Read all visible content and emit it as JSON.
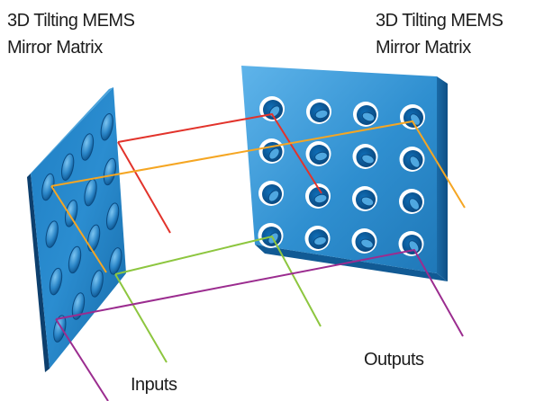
{
  "labels": {
    "left_title_line1": "3D Tilting MEMS",
    "left_title_line2": "Mirror Matrix",
    "right_title_line1": "3D Tilting MEMS",
    "right_title_line2": "Mirror Matrix",
    "inputs": "Inputs",
    "outputs": "Outputs"
  },
  "colors": {
    "background": "#ffffff",
    "panel_face": "#2f8fd0",
    "panel_edge": "#0f3f6e",
    "mirror_socket": "#0b5a9a",
    "mirror_rim": "#ffffff",
    "beam_red": "#e2332b",
    "beam_orange": "#f5a623",
    "beam_green": "#8dc63f",
    "beam_purple": "#9b2c8f"
  },
  "grid": {
    "rows": 4,
    "columns": 4
  }
}
